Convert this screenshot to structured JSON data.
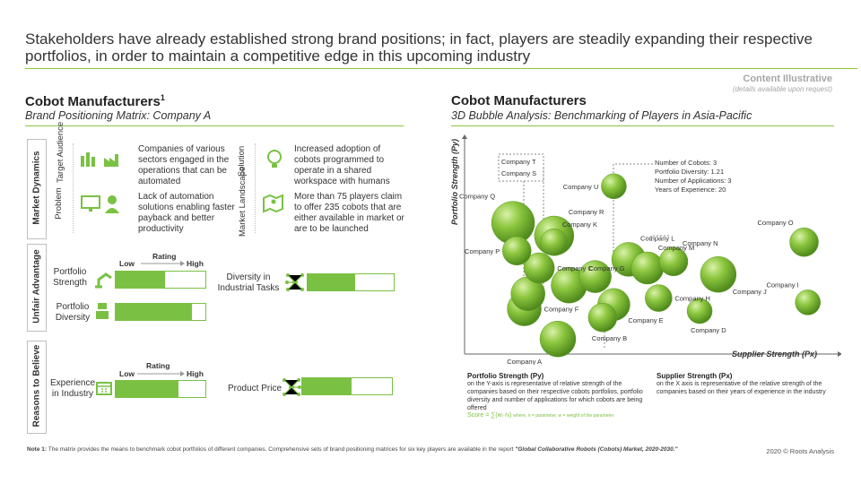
{
  "header": {
    "title": "Stakeholders have already established strong brand positions; in fact, players are steadily expanding their respective portfolios, in order to maintain a competitive edge in this upcoming industry",
    "content_label": "Content Illustrative",
    "content_sub": "(details available upon request)"
  },
  "left": {
    "title": "Cobot Manufacturers",
    "title_sup": "1",
    "subtitle": "Brand Positioning Matrix: Company A",
    "market_dynamics": {
      "section_label": "Market Dynamics",
      "target_audience_label": "Target Audience",
      "target_audience_text": "Companies of various sectors engaged in the operations that can be automated",
      "problem_label": "Problem",
      "problem_text": "Lack of automation solutions enabling faster payback and better productivity",
      "solution_label": "Solution",
      "solution_text": "Increased adoption of cobots programmed to operate in a shared workspace with humans",
      "landscape_label": "Market Landscape",
      "landscape_text": "More than 75 players claim to offer 235 cobots that are either available in market or are to be launched"
    },
    "unfair_advantage": {
      "section_label": "Unfair Advantage",
      "rating_label": "Rating",
      "low_label": "Low",
      "high_label": "High",
      "items": [
        {
          "label": "Portfolio Strength",
          "value": 0.55
        },
        {
          "label": "Portfolio Diversity",
          "value": 0.85
        },
        {
          "label": "Diversity in Industrial Tasks",
          "value": 0.55
        }
      ]
    },
    "reasons_to_believe": {
      "section_label": "Reasons to Believe",
      "rating_label": "Rating",
      "low_label": "Low",
      "high_label": "High",
      "items": [
        {
          "label": "Experience in Industry",
          "value": 0.7
        },
        {
          "label": "Product Price",
          "value": 0.55
        }
      ]
    }
  },
  "right": {
    "title": "Cobot Manufacturers",
    "subtitle": "3D Bubble Analysis: Benchmarking of Players in Asia-Pacific",
    "callout": [
      "Number of Cobots: 3",
      "Portfolio Diversity: 1.21",
      "Number of Applications: 3",
      "Years of Experience: 20"
    ],
    "py_title": "Portfolio Strength (Py)",
    "py_text": "on the Y-axis is representative of relative strength of the companies based on their respective cobots portfolios, portfolio diversity and number of applications for which cobots are being offered",
    "py_formula": "Score = ∑(wᵢ·nᵢ)",
    "py_formula_note": "where, n = parameter, w = weight of the parameter",
    "px_title": "Supplier Strength (Px)",
    "px_text": "on the X axis is representative of the relative strength of the companies based on their years of experience in the industry"
  },
  "chart_data": {
    "type": "scatter",
    "xlabel": "Supplier Strength (Px)",
    "ylabel": "Portfolio Strength (Py)",
    "xlim": [
      0,
      100
    ],
    "ylim": [
      0,
      100
    ],
    "grid": false,
    "points": [
      {
        "name": "Company A",
        "x": 25,
        "y": 7,
        "size": 20,
        "label_pos": "left-below"
      },
      {
        "name": "Company B",
        "x": 37,
        "y": 17,
        "size": 16,
        "label_pos": "below"
      },
      {
        "name": "Company C",
        "x": 20,
        "y": 40,
        "size": 17,
        "label_pos": "right"
      },
      {
        "name": "Company D",
        "x": 63,
        "y": 20,
        "size": 14,
        "label_pos": "below"
      },
      {
        "name": "Company E",
        "x": 40,
        "y": 23,
        "size": 18,
        "label_pos": "right-below"
      },
      {
        "name": "Company F",
        "x": 16,
        "y": 21,
        "size": 19,
        "label_pos": "right"
      },
      {
        "name": "Company G",
        "x": 28,
        "y": 32,
        "size": 20,
        "label_pos": "right-above"
      },
      {
        "name": "Company H",
        "x": 52,
        "y": 26,
        "size": 15,
        "label_pos": "right"
      },
      {
        "name": "Company I",
        "x": 92,
        "y": 24,
        "size": 14,
        "label_pos": "above-left"
      },
      {
        "name": "Company J",
        "x": 68,
        "y": 37,
        "size": 20,
        "label_pos": "below-right"
      },
      {
        "name": "Company K",
        "x": 24,
        "y": 52,
        "size": 15,
        "label_pos": "above-right"
      },
      {
        "name": "Company L",
        "x": 44,
        "y": 44,
        "size": 19,
        "label_pos": "above-right"
      },
      {
        "name": "Company M",
        "x": 49,
        "y": 40,
        "size": 18,
        "label_pos": "above-right"
      },
      {
        "name": "Company N",
        "x": 56,
        "y": 43,
        "size": 16,
        "label_pos": "above-right"
      },
      {
        "name": "Company O",
        "x": 91,
        "y": 52,
        "size": 16,
        "label_pos": "above-left"
      },
      {
        "name": "Company P",
        "x": 14,
        "y": 48,
        "size": 16,
        "label_pos": "left"
      },
      {
        "name": "Company Q",
        "x": 13,
        "y": 61,
        "size": 24,
        "label_pos": "above-left"
      },
      {
        "name": "Company R",
        "x": 24,
        "y": 55,
        "size": 22,
        "label_pos": "above-right"
      },
      {
        "name": "Company S",
        "x": 17,
        "y": 28,
        "size": 19,
        "label_pos": "none"
      },
      {
        "name": "Company T",
        "x": 35,
        "y": 36,
        "size": 18,
        "label_pos": "none"
      },
      {
        "name": "Company U",
        "x": 40,
        "y": 78,
        "size": 14,
        "label_pos": "left"
      }
    ],
    "legend_labels": [
      "Company T",
      "Company S"
    ]
  },
  "footer": {
    "note_bold": "Note 1:",
    "note_text": "The matrix provides the means to benchmark cobot portfolios of different companies. Comprehensive sets of brand positioning matrices for six key players are available in the report",
    "note_report": "\"Global Collaborative Robots (Cobots) Market, 2020-2030.\"",
    "copyright": "2020 © Roots Analysis"
  }
}
